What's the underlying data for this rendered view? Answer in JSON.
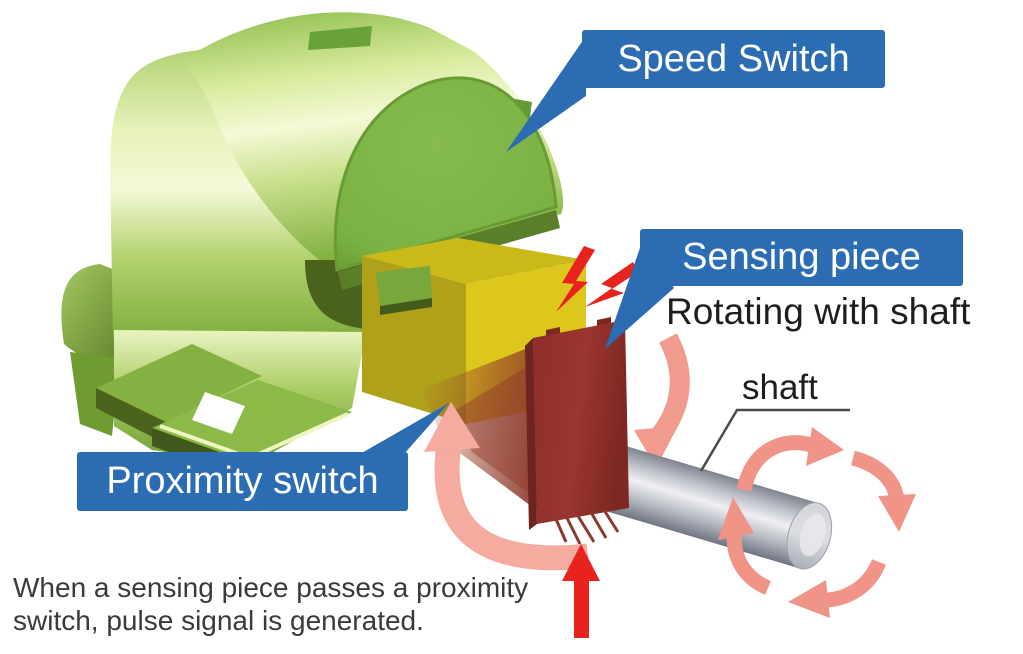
{
  "labels": {
    "speed_switch": "Speed Switch",
    "sensing_piece": "Sensing piece",
    "proximity_switch": "Proximity switch",
    "rotating_with_shaft": "Rotating with shaft",
    "shaft": "shaft"
  },
  "caption": {
    "line1": "When a sensing piece passes a proximity",
    "line2": "switch, pulse signal is generated."
  },
  "colors": {
    "callout_blue": "#2b6cb3",
    "callout_text": "#ffffff",
    "machine_green": "#7db445",
    "machine_highlight": "#f2f8d4",
    "machine_dark": "#4b621d",
    "cube_yellow": "#ddc71c",
    "cube_yellow_shade": "#b0a11a",
    "sensing_maroon": "#96332e",
    "shaft_gray": "#c6c9d0",
    "rotation_salmon": "#f29387",
    "pulse_red": "#e8231e",
    "body_text": "#3a3a3a"
  },
  "icons": {
    "rotation_arrows": "rotation-arrow-icon",
    "spark": "spark-icon",
    "pulse_arrow": "pulse-arrow-icon",
    "callout_pointer": "callout-tail-icon"
  }
}
